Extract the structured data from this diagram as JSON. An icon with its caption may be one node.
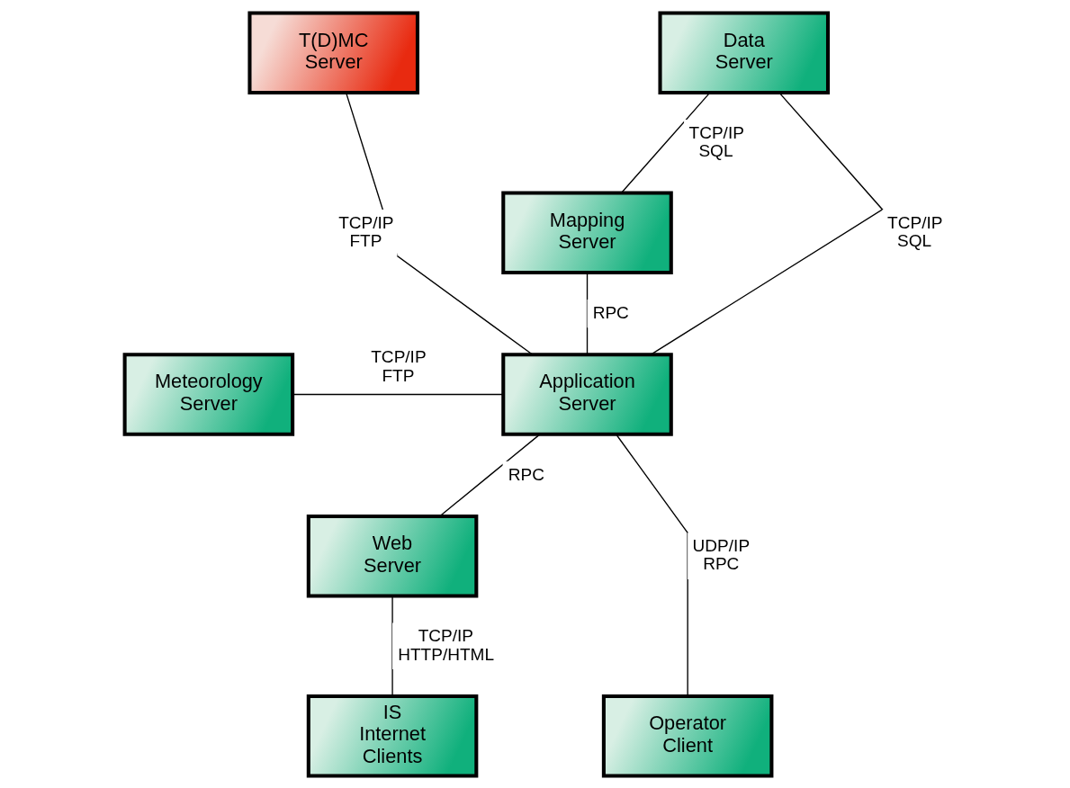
{
  "diagram": {
    "nodes": [
      {
        "text": [
          "T(D)MC Server"
        ]
      },
      {
        "text": [
          "Data Server"
        ]
      },
      {
        "text": [
          "Mapping Server"
        ]
      },
      {
        "text": [
          "Meteorology Server"
        ]
      },
      {
        "text": [
          "Application Server"
        ]
      },
      {
        "text": [
          "Web Server"
        ]
      },
      {
        "text": [
          "Operator Client"
        ]
      },
      {
        "text": [
          "IS Internet Clients"
        ]
      }
    ],
    "edges": [
      {
        "from": 1,
        "to": 2,
        "arrow": "none",
        "label": "TCP/IP SQL"
      },
      {
        "from": 0,
        "to": 4,
        "arrow": "none",
        "label": "TCP/IP FTP"
      },
      {
        "from": 1,
        "to": 4,
        "arrow": "none",
        "label": "TCP/IP SQL"
      },
      {
        "from": 2,
        "to": 4,
        "arrow": "none",
        "label": "RPC"
      },
      {
        "from": 3,
        "to": 4,
        "arrow": "none",
        "label": "TCP/IP FTP"
      },
      {
        "from": 4,
        "to": 5,
        "arrow": "none",
        "label": "RPC"
      },
      {
        "from": 4,
        "to": 6,
        "arrow": "none",
        "label": "UDP/IP RPC"
      },
      {
        "from": 5,
        "to": 7,
        "arrow": "none",
        "label": "TCP/IP HTTP/HTML"
      }
    ]
  }
}
